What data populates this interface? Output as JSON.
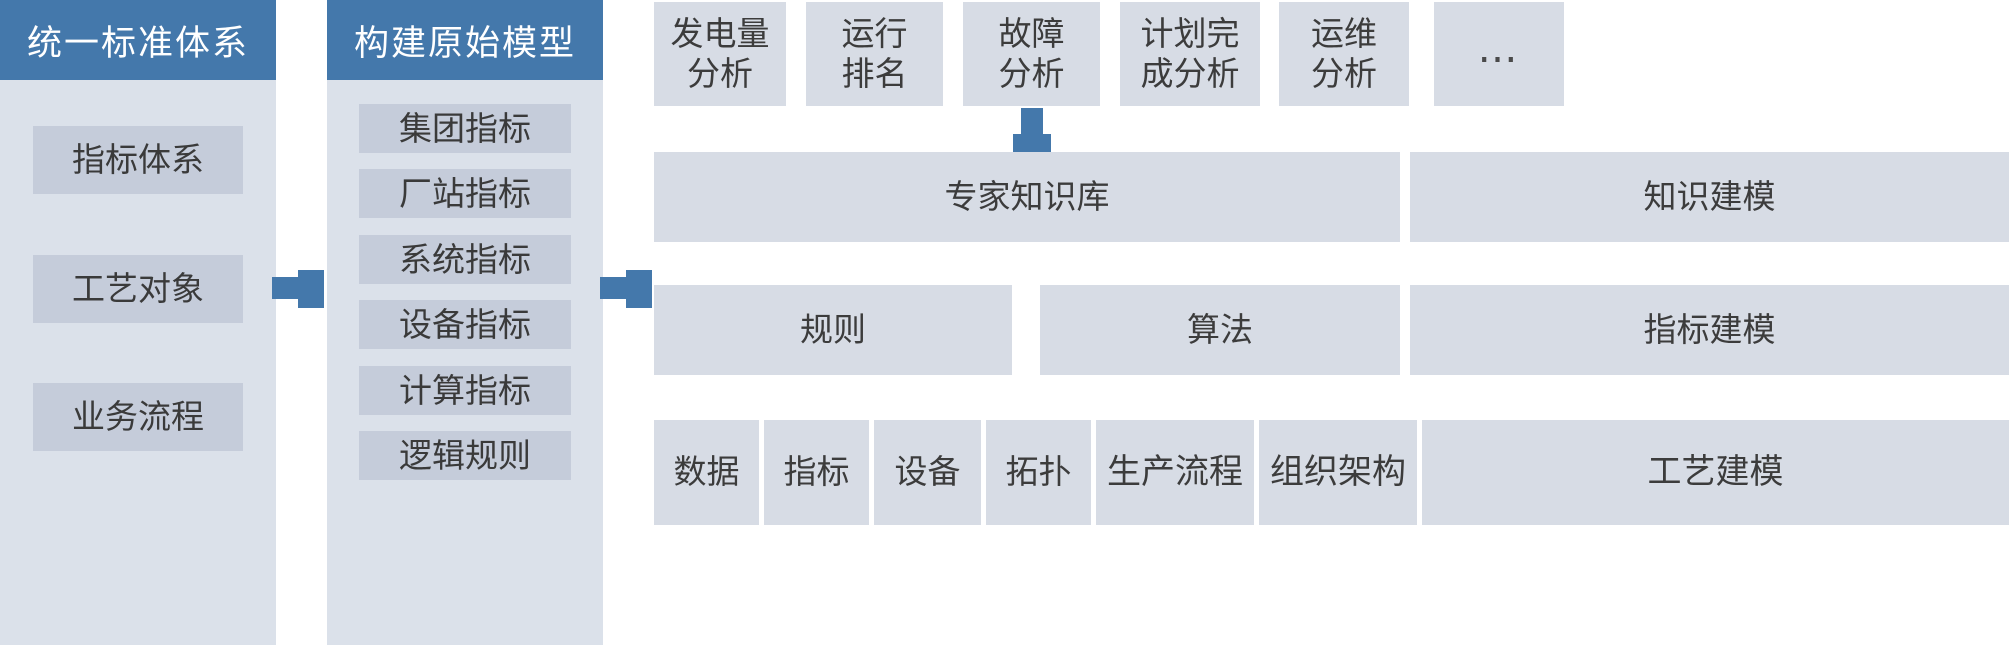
{
  "colors": {
    "accent": "#4478ab",
    "panel_bg": "#dbe1ea",
    "card_bg": "#c5ccda",
    "tile_bg": "#d7dce5",
    "header_text": "#ffffff",
    "body_text": "#3a3a3a",
    "page_bg": "#ffffff"
  },
  "left_panel": {
    "title": "统一标准体系",
    "items": [
      {
        "label": "指标体系"
      },
      {
        "label": "工艺对象"
      },
      {
        "label": "业务流程"
      }
    ]
  },
  "middle_panel": {
    "title": "构建原始模型",
    "items": [
      {
        "label": "集团指标"
      },
      {
        "label": "厂站指标"
      },
      {
        "label": "系统指标"
      },
      {
        "label": "设备指标"
      },
      {
        "label": "计算指标"
      },
      {
        "label": "逻辑规则"
      }
    ]
  },
  "right_panel": {
    "analysis_row": [
      {
        "label": "发电量\n分析"
      },
      {
        "label": "运行\n排名"
      },
      {
        "label": "故障\n分析"
      },
      {
        "label": "计划完\n成分析"
      },
      {
        "label": "运维\n分析"
      },
      {
        "label": "…"
      }
    ],
    "knowledge_row": {
      "main": "专家知识库",
      "side": "知识建模"
    },
    "rule_row": {
      "items": [
        {
          "label": "规则"
        },
        {
          "label": "算法"
        }
      ],
      "side": "指标建模"
    },
    "base_row": {
      "items": [
        {
          "label": "数据"
        },
        {
          "label": "指标"
        },
        {
          "label": "设备"
        },
        {
          "label": "拓扑"
        },
        {
          "label": "生产流程"
        },
        {
          "label": "组织架构"
        }
      ],
      "side": "工艺建模"
    }
  },
  "connectors": [
    {
      "name": "left-to-middle",
      "direction": "right"
    },
    {
      "name": "middle-to-right",
      "direction": "right"
    },
    {
      "name": "fault-analysis-to-knowledge-base",
      "direction": "down"
    }
  ]
}
